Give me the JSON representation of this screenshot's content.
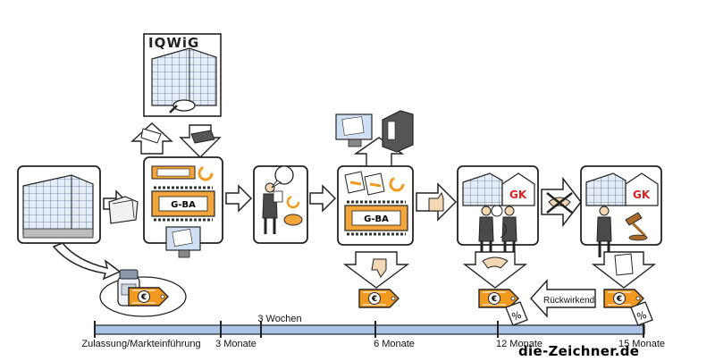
{
  "logo": "IQWiG",
  "committee_label": "G-BA",
  "currency_symbol": "€",
  "retroactive_label": "Rückwirkend",
  "timeline": {
    "start_label": "Zulassung/Markteinführung",
    "m3_label": "3 Monate",
    "w3_label": "3 Wochen",
    "m6_label": "6 Monate",
    "m12_label": "12 Monate",
    "m15_label": "15 Monate"
  },
  "brand": "die-Zeichner.de",
  "colors": {
    "price_tag": "#f29a1f",
    "timeline_fill": "#a9c4e6",
    "table": "#f2a53a",
    "screen": "#cfe0f5"
  }
}
